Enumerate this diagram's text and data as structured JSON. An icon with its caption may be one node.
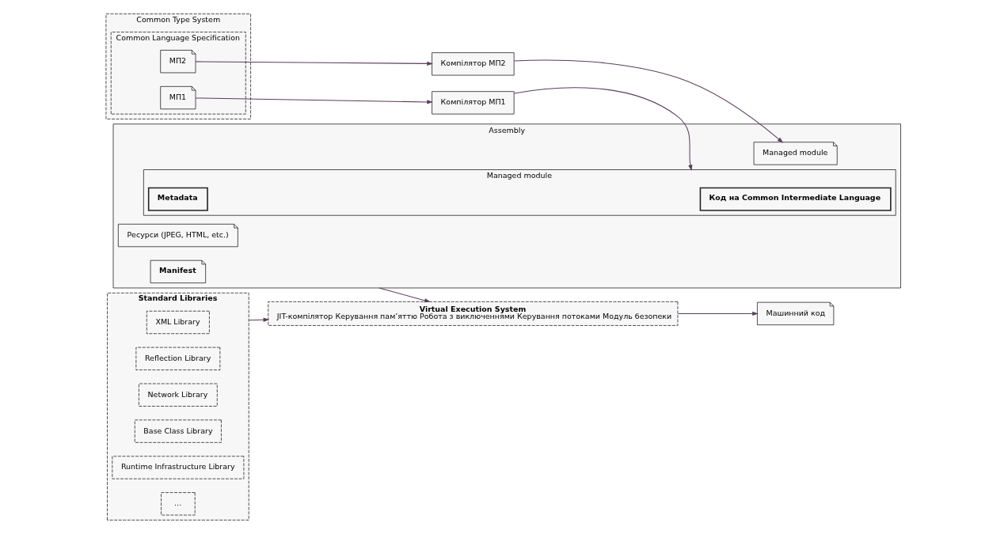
{
  "diagram": {
    "nodes": [
      {
        "text": [
          "Common Type System"
        ]
      },
      {
        "text": [
          "Common Language Specification"
        ],
        "in": 0
      },
      {
        "text": [
          "МП1"
        ],
        "in": 1
      },
      {
        "text": [
          "МП2"
        ],
        "in": 1
      },
      {
        "text": [
          "Компілятор МП1"
        ]
      },
      {
        "text": [
          "Компілятор МП2"
        ]
      },
      {
        "text": [
          "Assembly"
        ]
      },
      {
        "text": [
          "Ресурси (JPEG, HTML, etc.)"
        ],
        "in": 6
      },
      {
        "text": [
          "Managed module"
        ],
        "in": 6
      },
      {
        "text": [
          "Код на Common Intermediate Language"
        ],
        "in": 8
      },
      {
        "text": [
          "Metadata"
        ],
        "in": 8
      },
      {
        "text": [
          "Managed module"
        ],
        "in": 6
      },
      {
        "text": [
          "Manifest"
        ],
        "in": 6
      },
      {
        "text": [
          "Virtual Execution System",
          "JIT-компілятор Керування пам’яттю Робота з виключеннями Керування потоками Модуль безопеки"
        ]
      },
      {
        "text": [
          "Машинний код"
        ]
      },
      {
        "text": [
          "Standard Libraries"
        ]
      },
      {
        "text": [
          "XML Library"
        ],
        "in": 15
      },
      {
        "text": [
          "Reflection Library"
        ],
        "in": 15
      },
      {
        "text": [
          "Network Library"
        ],
        "in": 15
      },
      {
        "text": [
          "Base Class Library"
        ],
        "in": 15
      },
      {
        "text": [
          "Runtime Infrastructure Library"
        ],
        "in": 15
      },
      {
        "text": [
          "..."
        ],
        "in": 15
      }
    ],
    "edges": [
      {
        "from": 2,
        "to": 4,
        "arrow": "to"
      },
      {
        "from": 3,
        "to": 5,
        "arrow": "to"
      },
      {
        "from": 4,
        "to": 8,
        "arrow": "to"
      },
      {
        "from": 5,
        "to": 11,
        "arrow": "to"
      },
      {
        "from": 6,
        "to": 13,
        "arrow": "to"
      },
      {
        "from": 13,
        "to": 14,
        "arrow": "to"
      },
      {
        "from": 15,
        "to": 13,
        "arrow": "to"
      }
    ]
  }
}
